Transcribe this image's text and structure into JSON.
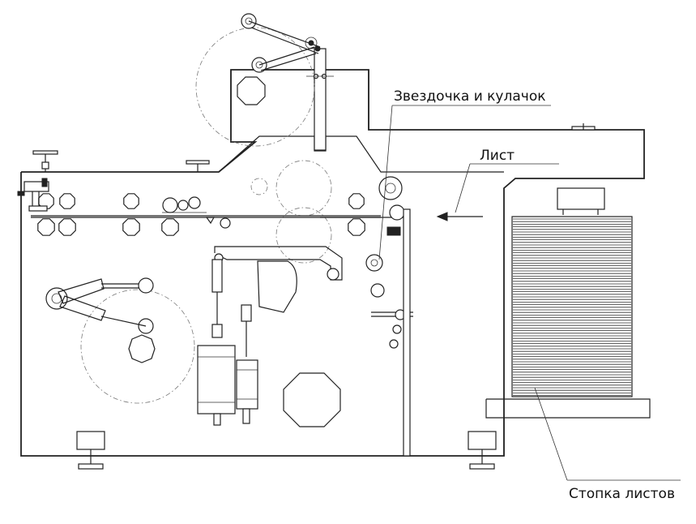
{
  "labels": {
    "sprocket_cam": "Звездочка и кулачок",
    "sheet": "Лист",
    "sheet_stack": "Стопка листов"
  },
  "colors": {
    "line": "#222222",
    "background": "#ffffff",
    "dashed": "#777777"
  }
}
